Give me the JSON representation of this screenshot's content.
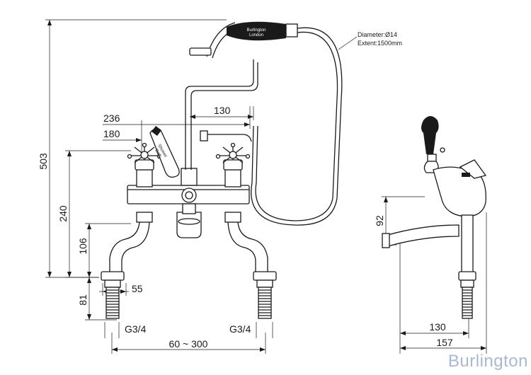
{
  "drawing": {
    "dimensions": {
      "overall_height": "503",
      "to_cross_height": "240",
      "deck_height": "106",
      "tail_height": "81",
      "width_236": "236",
      "width_180": "180",
      "handset_offset": "130",
      "tail_offset": "55",
      "thread_left": "G3/4",
      "thread_right": "G3/4",
      "centres": "60 ~ 300",
      "spout_height": "92",
      "spout_projection": "130",
      "side_depth": "157"
    },
    "hose_note": {
      "diameter": "Diameter:Ø14",
      "extent": "Extent:1500mm"
    },
    "handset_brand": {
      "name": "Burlington",
      "city": "London"
    },
    "lever_text": {
      "line1": "Shower",
      "line2": "Bath"
    },
    "logo": "Burlington"
  },
  "colors": {
    "line": "#1a1a1a",
    "logo": "#aab8d8"
  }
}
